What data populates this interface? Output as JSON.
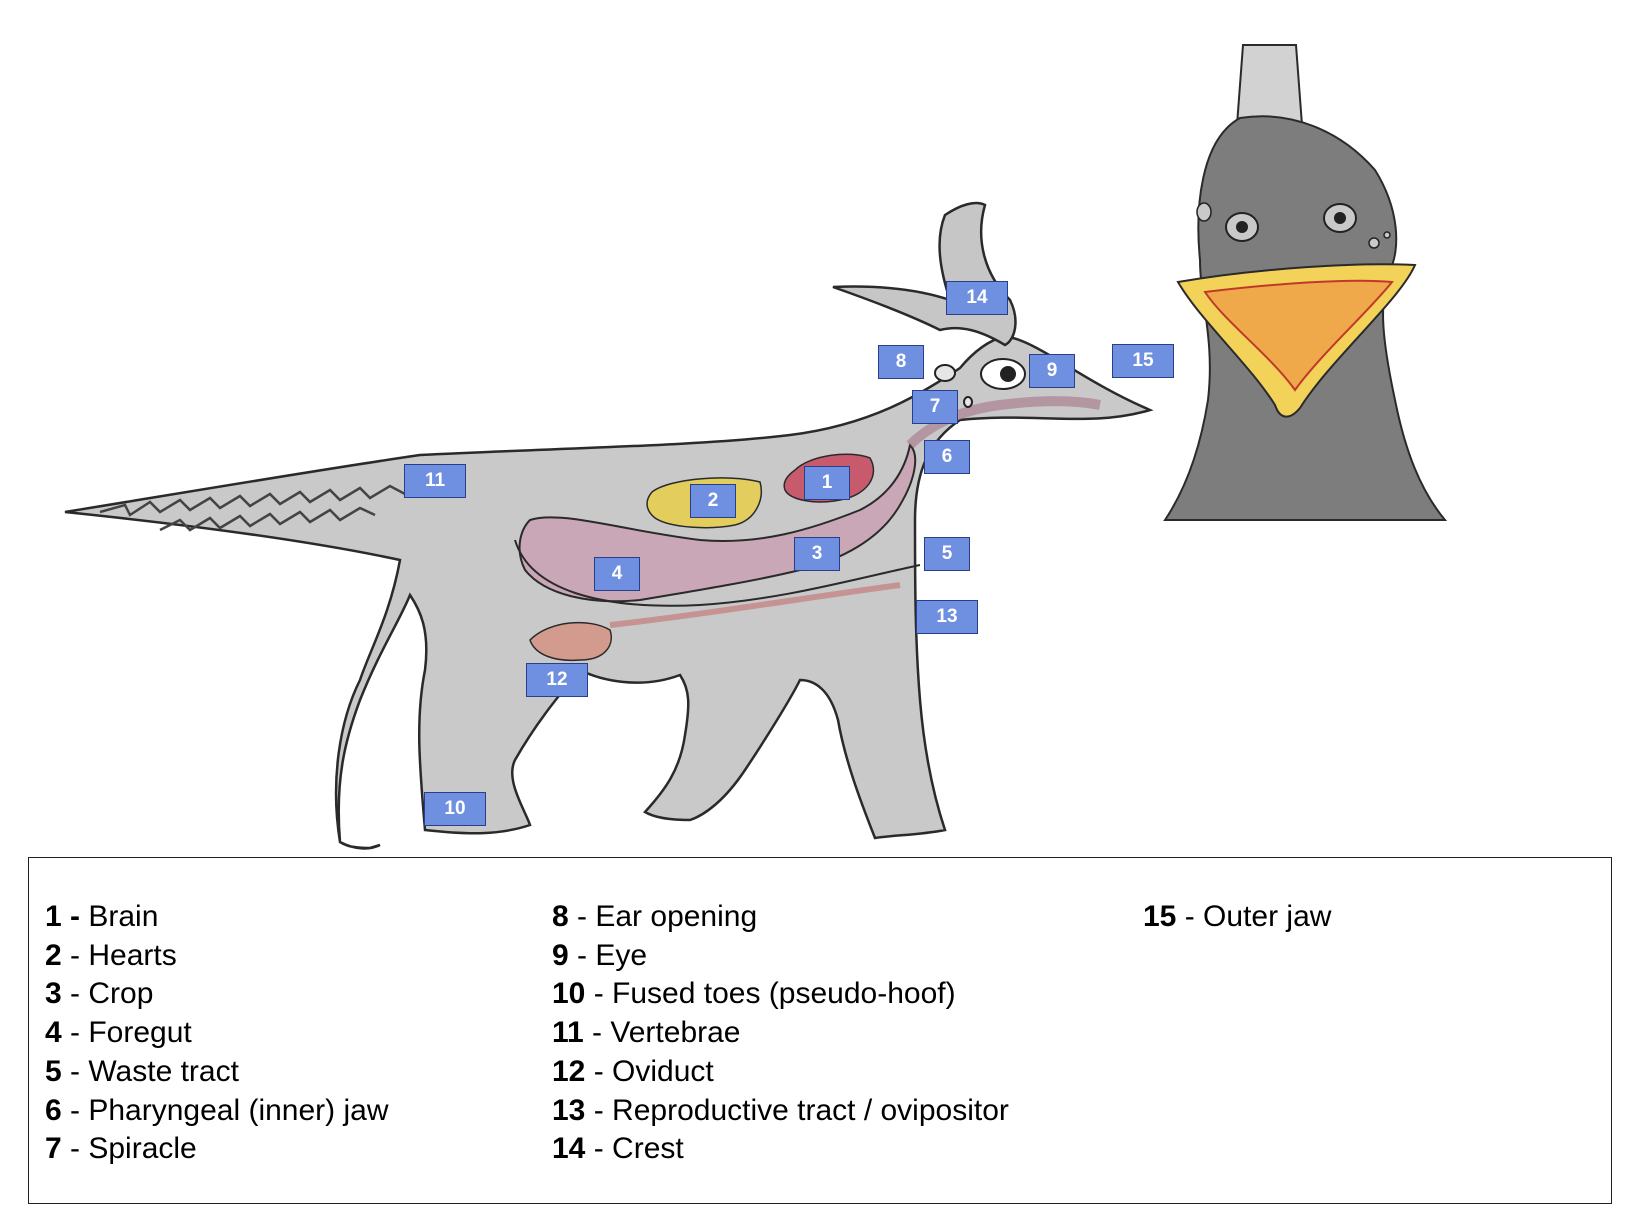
{
  "markers": [
    {
      "num": "1"
    },
    {
      "num": "2"
    },
    {
      "num": "3"
    },
    {
      "num": "4"
    },
    {
      "num": "5"
    },
    {
      "num": "6"
    },
    {
      "num": "7"
    },
    {
      "num": "8"
    },
    {
      "num": "9"
    },
    {
      "num": "10"
    },
    {
      "num": "11"
    },
    {
      "num": "12"
    },
    {
      "num": "13"
    },
    {
      "num": "14"
    },
    {
      "num": "15"
    }
  ],
  "legend": [
    {
      "num": "1",
      "sep": " - ",
      "label": "Brain"
    },
    {
      "num": "2",
      "sep": " - ",
      "label": "Hearts"
    },
    {
      "num": "3",
      "sep": " - ",
      "label": "Crop"
    },
    {
      "num": "4",
      "sep": " - ",
      "label": "Foregut"
    },
    {
      "num": "5",
      "sep": " - ",
      "label": "Waste tract"
    },
    {
      "num": "6",
      "sep": " - ",
      "label": "Pharyngeal (inner) jaw"
    },
    {
      "num": "7",
      "sep": " - ",
      "label": "Spiracle"
    },
    {
      "num": "8",
      "sep": " - ",
      "label": "Ear opening"
    },
    {
      "num": "9",
      "sep": " - ",
      "label": "Eye"
    },
    {
      "num": "10",
      "sep": " - ",
      "label": "Fused toes (pseudo-hoof)"
    },
    {
      "num": "11",
      "sep": " - ",
      "label": "Vertebrae"
    },
    {
      "num": "12",
      "sep": " - ",
      "label": "Oviduct"
    },
    {
      "num": "13",
      "sep": " - ",
      "label": "Reproductive tract / ovipositor"
    },
    {
      "num": "14",
      "sep": " - ",
      "label": "Crest"
    },
    {
      "num": "15",
      "sep": " - ",
      "label": "Outer jaw"
    }
  ],
  "colors": {
    "body": "#c9c9c9",
    "head_front": "#7d7d7d",
    "marker_fill": "#6f8fe0",
    "gut": "#c98aa6",
    "brain": "#c8465e",
    "hearts": "#e7cf4a",
    "beak_outer": "#f3d25a",
    "beak_inner": "#f0a94a"
  }
}
